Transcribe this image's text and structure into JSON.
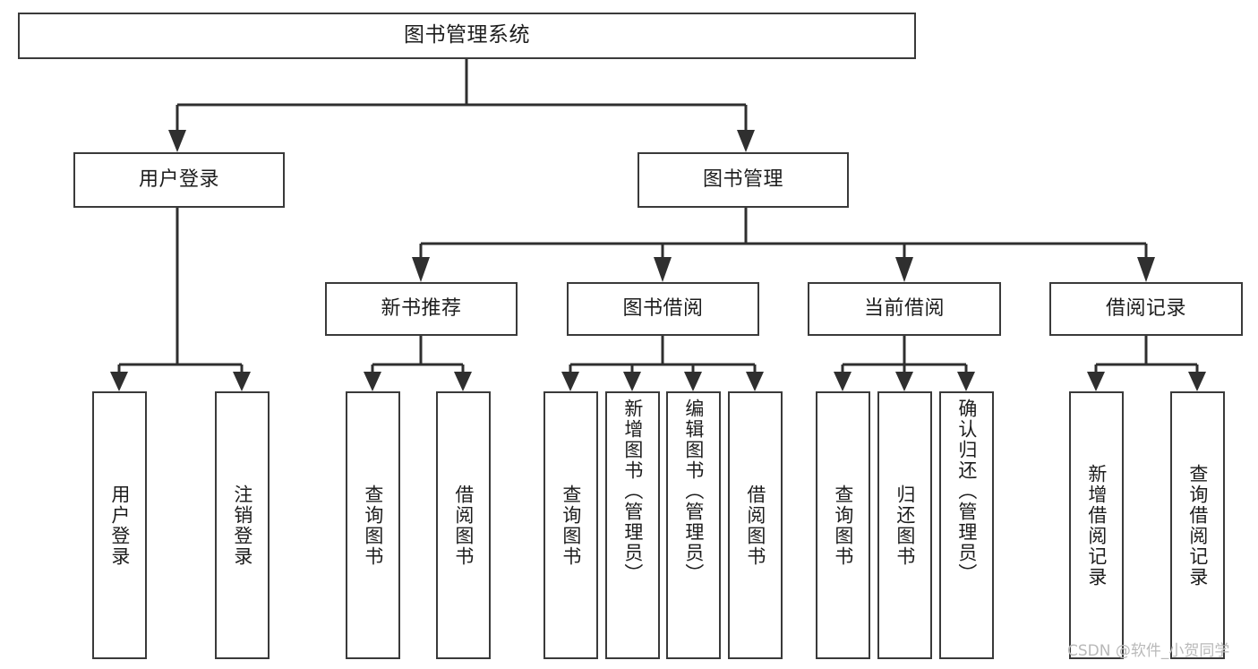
{
  "diagram": {
    "title": "图书管理系统",
    "type": "tree",
    "orientation": "top-down",
    "colors": {
      "box_border": "#3a3a3a",
      "box_fill": "#ffffff",
      "connector": "#2f2f2f",
      "text": "#1d1d1d",
      "watermark": "#b9b9b9",
      "background": "#ffffff"
    }
  },
  "root": {
    "label": "图书管理系统"
  },
  "level1": [
    {
      "label": "用户登录"
    },
    {
      "label": "图书管理"
    }
  ],
  "level2": [
    {
      "label": "新书推荐"
    },
    {
      "label": "图书借阅"
    },
    {
      "label": "当前借阅"
    },
    {
      "label": "借阅记录"
    }
  ],
  "leaves": {
    "user_login": [
      {
        "label": "用户登录"
      },
      {
        "label": "注销登录"
      }
    ],
    "new_book_recommend": [
      {
        "label": "查询图书"
      },
      {
        "label": "借阅图书"
      }
    ],
    "book_borrow": [
      {
        "label": "查询图书"
      },
      {
        "label": "新增图书（管理员）"
      },
      {
        "label": "编辑图书（管理员）"
      },
      {
        "label": "借阅图书"
      }
    ],
    "current_borrow": [
      {
        "label": "查询图书"
      },
      {
        "label": "归还图书"
      },
      {
        "label": "确认归还（管理员）"
      }
    ],
    "borrow_record": [
      {
        "label": "新增借阅记录"
      },
      {
        "label": "查询借阅记录"
      }
    ]
  },
  "watermark": {
    "text": "CSDN @软件_小贺同学"
  }
}
